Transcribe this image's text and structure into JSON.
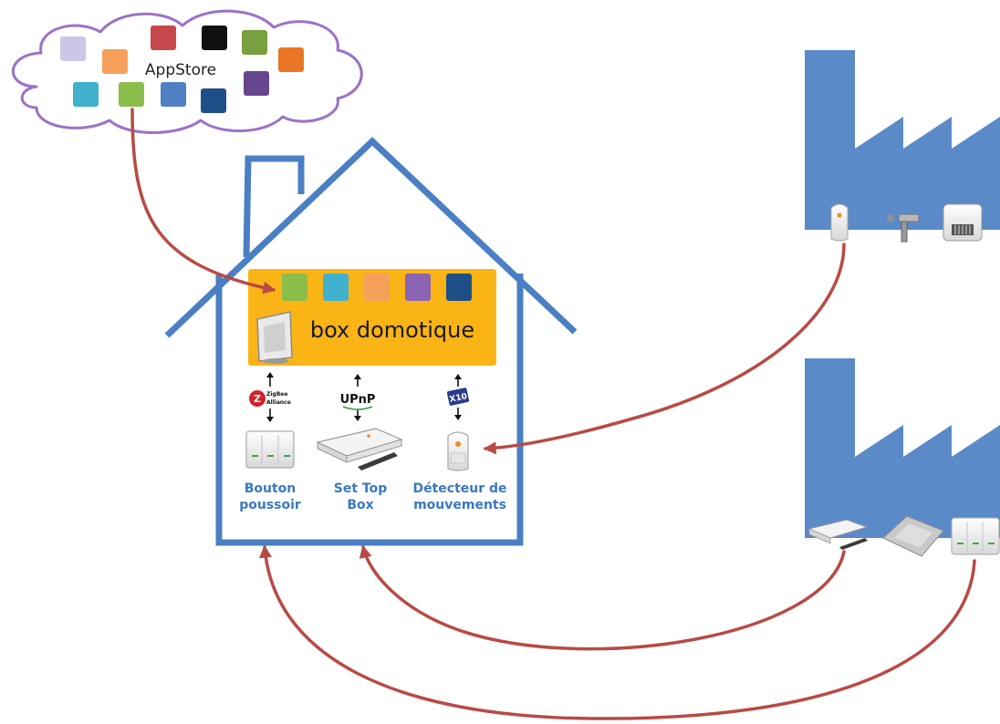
{
  "colors": {
    "house": "#4a7fc4",
    "factory": "#5b8ac9",
    "arrow": "#b94a44",
    "cloud_outline": "#9b72c8",
    "box_panel": "#fbb416",
    "device_label": "#3a78c2"
  },
  "cloud": {
    "label": "AppStore",
    "app_colors": [
      "#cdc6e4",
      "#f6a05b",
      "#c7484a",
      "#101010",
      "#79a03e",
      "#e97525",
      "#3fb1cd",
      "#8bbd4a",
      "#4f80c4",
      "#1f4f87",
      "#66478f"
    ]
  },
  "box": {
    "label": "box domotique",
    "app_colors": [
      "#8bbd4a",
      "#3fb1cd",
      "#f6a05b",
      "#8a63b3",
      "#1f4f87"
    ]
  },
  "protocols": {
    "zigbee_top": "ZigBee",
    "zigbee_bottom": "Alliance",
    "upnp": "UPnP",
    "x10": "X10"
  },
  "devices": [
    {
      "name": "bouton",
      "line1": "Bouton",
      "line2": "poussoir"
    },
    {
      "name": "settopbox",
      "line1": "Set Top",
      "line2": "Box"
    },
    {
      "name": "detecteur",
      "line1": "Détecteur de",
      "line2": "mouvements"
    }
  ]
}
